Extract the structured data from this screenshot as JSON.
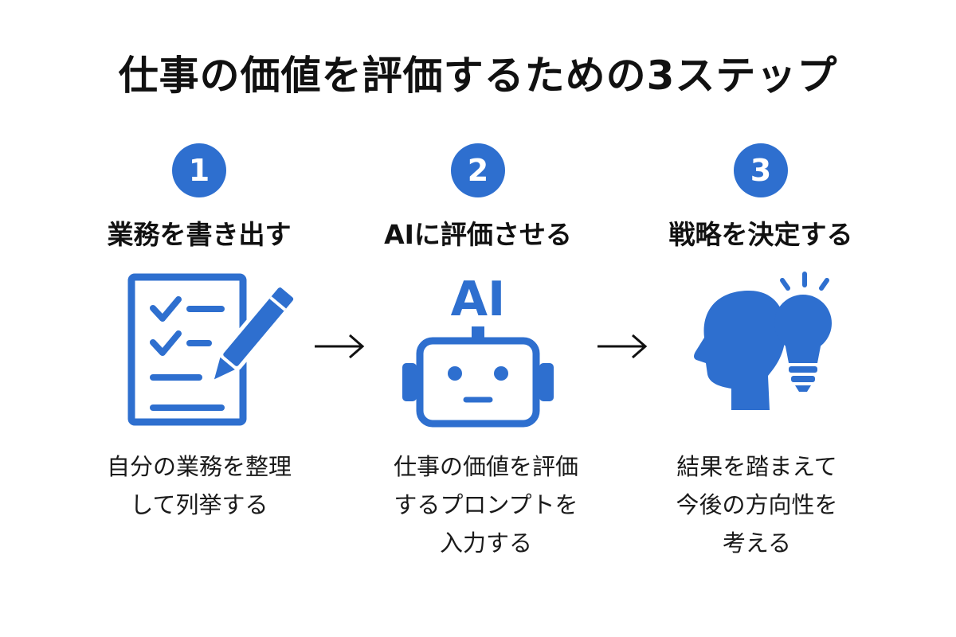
{
  "title": "仕事の価値を評価するための3ステップ",
  "colors": {
    "accent": "#2e6fcf",
    "text": "#111111",
    "background": "#ffffff"
  },
  "steps": [
    {
      "number": "1",
      "title": "業務を書き出す",
      "icon": "checklist-pencil-icon",
      "description": [
        "自分の業務を整理",
        "して列挙する"
      ]
    },
    {
      "number": "2",
      "title": "AIに評価させる",
      "icon": "ai-robot-icon",
      "icon_label": "AI",
      "description": [
        "仕事の価値を評価",
        "するプロンプトを",
        "入力する"
      ]
    },
    {
      "number": "3",
      "title": "戦略を決定する",
      "icon": "head-lightbulb-icon",
      "description": [
        "結果を踏まえて",
        "今後の方向性を",
        "考える"
      ]
    }
  ],
  "arrows": [
    "arrow-right-icon",
    "arrow-right-icon"
  ]
}
